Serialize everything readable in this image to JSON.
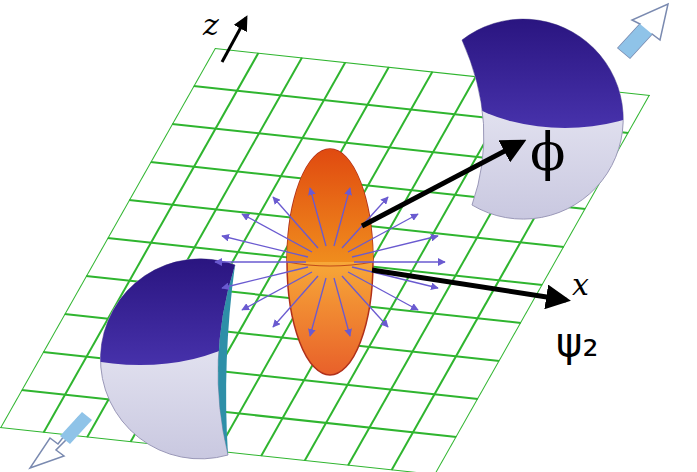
{
  "diagram": {
    "labels": [
      "z",
      "x",
      "ϕ",
      "ψ₂"
    ]
  }
}
